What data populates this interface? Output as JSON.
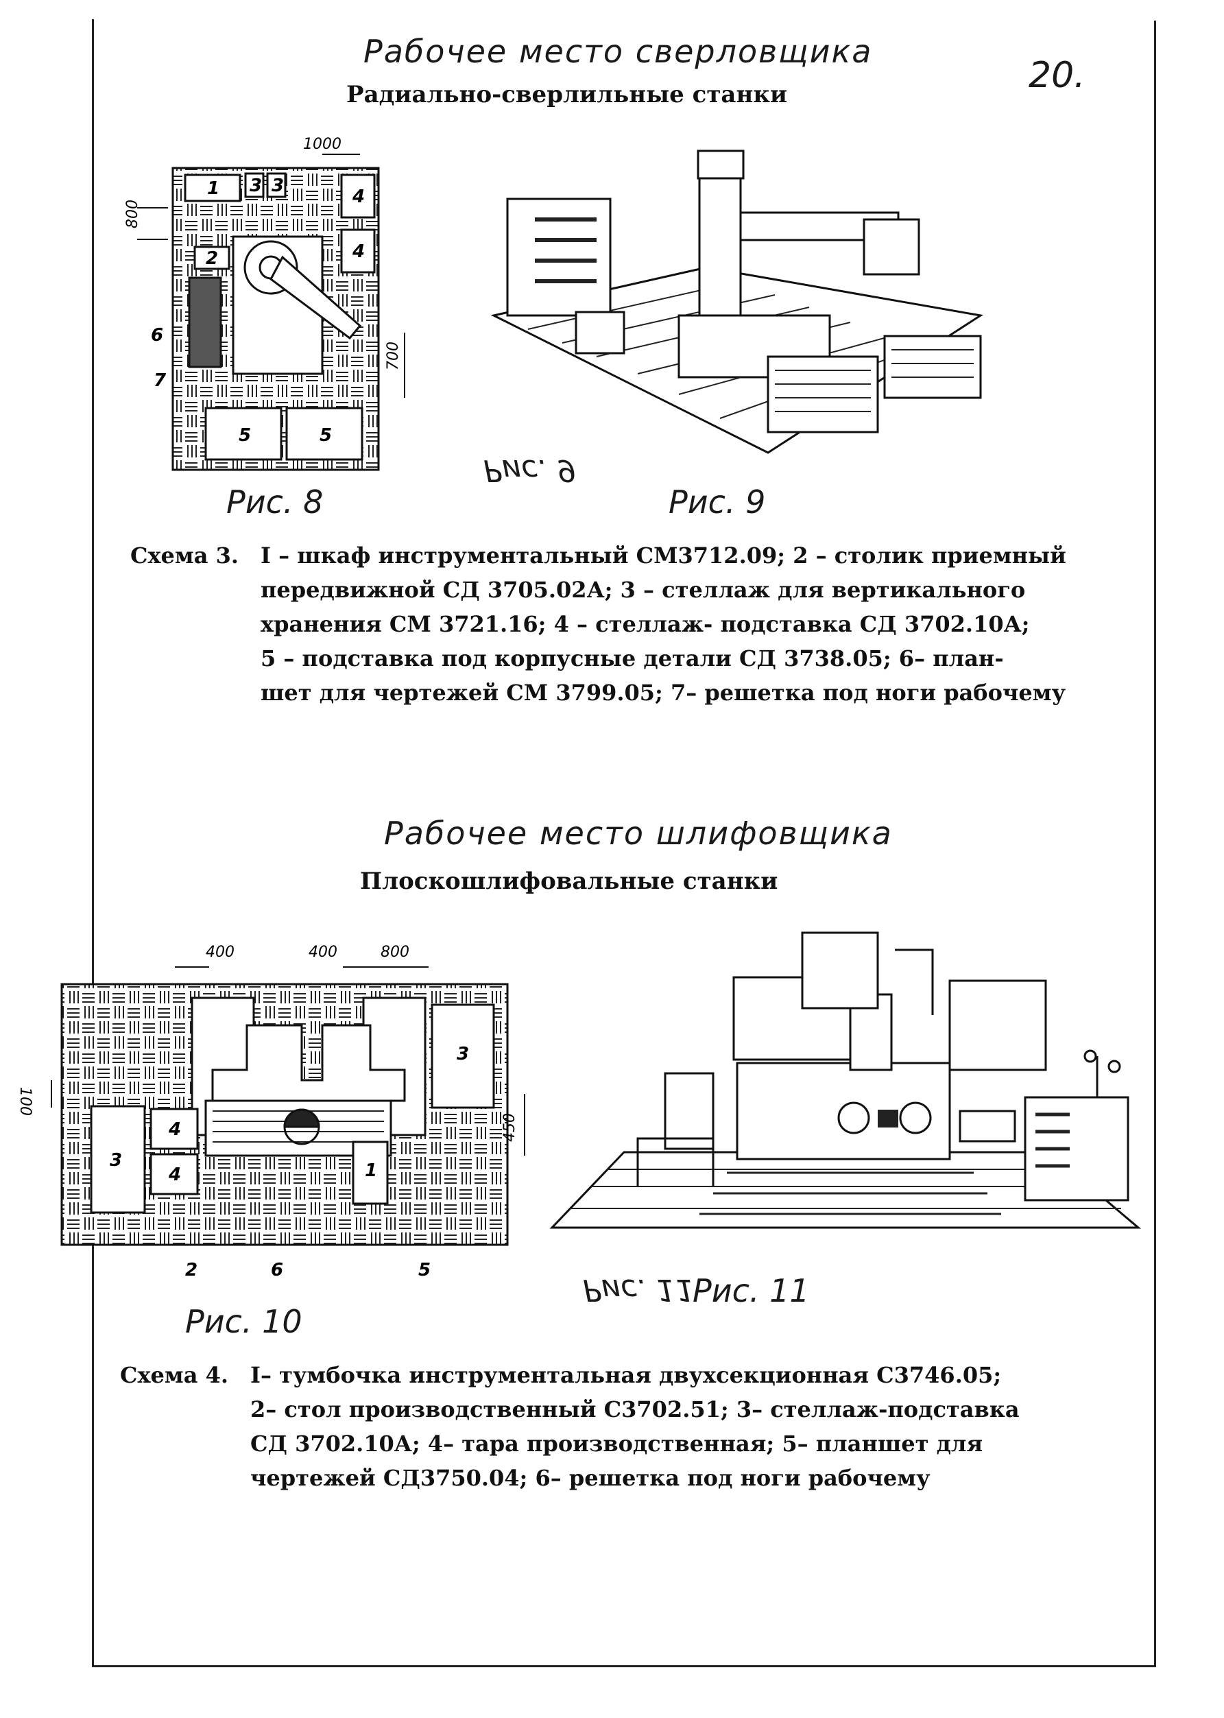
{
  "page": {
    "number": "20.",
    "section1": {
      "title": "Рабочее место сверловщика",
      "subtitle": "Радиально-сверлильные станки",
      "fig8": {
        "caption": "Рис. 8",
        "dims": [
          "1000",
          "800",
          "700"
        ],
        "labels": [
          "1",
          "3",
          "3",
          "4",
          "4",
          "2",
          "5",
          "5",
          "6",
          "7"
        ]
      },
      "fig9": {
        "caption": "Рис. 9",
        "mirror_note": "Рис. 9"
      },
      "scheme": {
        "lead": "Схема 3.",
        "lines": [
          "I – шкаф инструментальный СМ3712.09; 2 – столик приемный",
          "передвижной СД 3705.02А; 3 – стеллаж для вертикального",
          "хранения СМ 3721.16; 4 – стеллаж- подставка СД 3702.10А;",
          "5 – подставка под корпусные детали СД 3738.05; 6– план-",
          "шет для чертежей СМ 3799.05; 7– решетка под ноги рабочему"
        ]
      }
    },
    "section2": {
      "title": "Рабочее место шлифовщика",
      "subtitle": "Плоскошлифовальные станки",
      "fig10": {
        "caption": "Рис. 10",
        "dims": [
          "400",
          "400",
          "800",
          "100",
          "450"
        ],
        "labels": [
          "3",
          "3",
          "4",
          "4",
          "1",
          "2",
          "6",
          "5"
        ]
      },
      "fig11": {
        "caption": "Рис. 11",
        "mirror_note": "Рис. 11"
      },
      "scheme": {
        "lead": "Схема 4.",
        "lines": [
          "I– тумбочка инструментальная двухсекционная С3746.05;",
          "2– стол производственный С3702.51; 3– стеллаж-подставка",
          "СД 3702.10А; 4– тара производственная; 5– планшет для",
          "чертежей СД3750.04; 6– решетка под ноги рабочему"
        ]
      }
    }
  }
}
